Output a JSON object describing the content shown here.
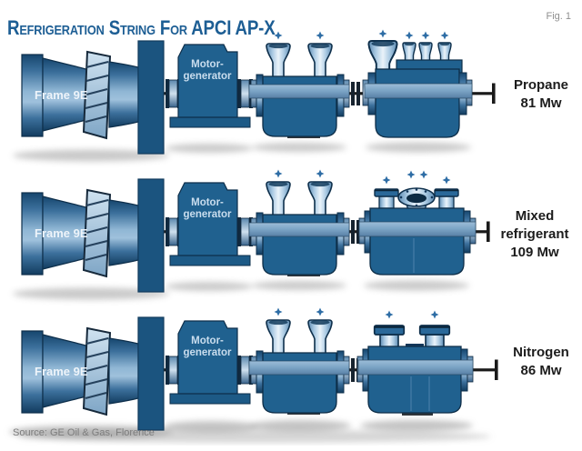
{
  "header": {
    "title": "Refrigeration String For APCI AP-X",
    "figure": "Fig. 1"
  },
  "rows": [
    {
      "name": "propane-string",
      "turbine_label": "Frame 9E",
      "motor_label_line1": "Motor-",
      "motor_label_line2": "generator",
      "output": [
        "Propane",
        "81 Mw"
      ]
    },
    {
      "name": "mixed-refrigerant-string",
      "turbine_label": "Frame 9E",
      "motor_label_line1": "Motor-",
      "motor_label_line2": "generator",
      "output": [
        "Mixed",
        "refrigerant",
        "109 Mw"
      ]
    },
    {
      "name": "nitrogen-string",
      "turbine_label": "Frame 9E",
      "motor_label_line1": "Motor-",
      "motor_label_line2": "generator",
      "output": [
        "Nitrogen",
        "86 Mw"
      ]
    }
  ],
  "footer": {
    "source": "Source: GE Oil & Gas, Florence"
  },
  "colors": {
    "title_blue": "#1d5e94",
    "machine_blue": "#20618f",
    "machine_outline": "#0d2d47",
    "light_blue": "#a9c9e2",
    "band_blue": "#7aa3c4",
    "shaft_black": "#1a1a1a",
    "caption_gray": "#8f8f8f",
    "label_black": "#1c1c1c"
  }
}
